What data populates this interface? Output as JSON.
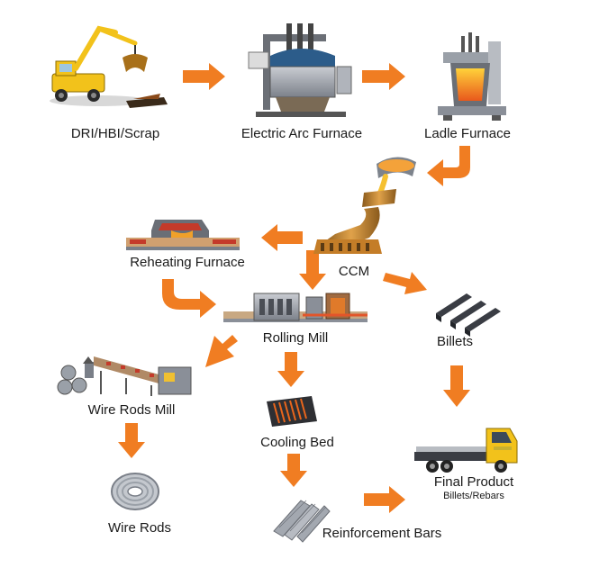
{
  "stages": {
    "dri_hbi_scrap": {
      "label": "DRI/HBI/Scrap",
      "icon": "crane-grab-icon"
    },
    "electric_arc_furnace": {
      "label": "Electric Arc Furnace",
      "icon": "arc-furnace-icon"
    },
    "ladle_furnace": {
      "label": "Ladle Furnace",
      "icon": "ladle-furnace-icon"
    },
    "ccm": {
      "label": "CCM",
      "icon": "continuous-casting-icon"
    },
    "reheating_furnace": {
      "label": "Reheating Furnace",
      "icon": "reheating-furnace-icon"
    },
    "rolling_mill": {
      "label": "Rolling Mill",
      "icon": "rolling-mill-icon"
    },
    "billets": {
      "label": "Billets",
      "icon": "billets-icon"
    },
    "wire_rods_mill": {
      "label": "Wire Rods Mill",
      "icon": "wire-rod-mill-icon"
    },
    "cooling_bed": {
      "label": "Cooling Bed",
      "icon": "cooling-bed-icon"
    },
    "wire_rods": {
      "label": "Wire Rods",
      "icon": "wire-coil-icon"
    },
    "reinforcement_bars": {
      "label": "Reinforcement Bars",
      "icon": "rebar-bundle-icon"
    },
    "final_product": {
      "label": "Final Product",
      "sublabel": "Billets/Rebars",
      "icon": "truck-icon"
    }
  },
  "colors": {
    "arrow": "#f07d22",
    "text": "#1a1a1a",
    "steel": "#8a8f98",
    "crane": "#f2c21b",
    "molten": "#f39c12"
  }
}
